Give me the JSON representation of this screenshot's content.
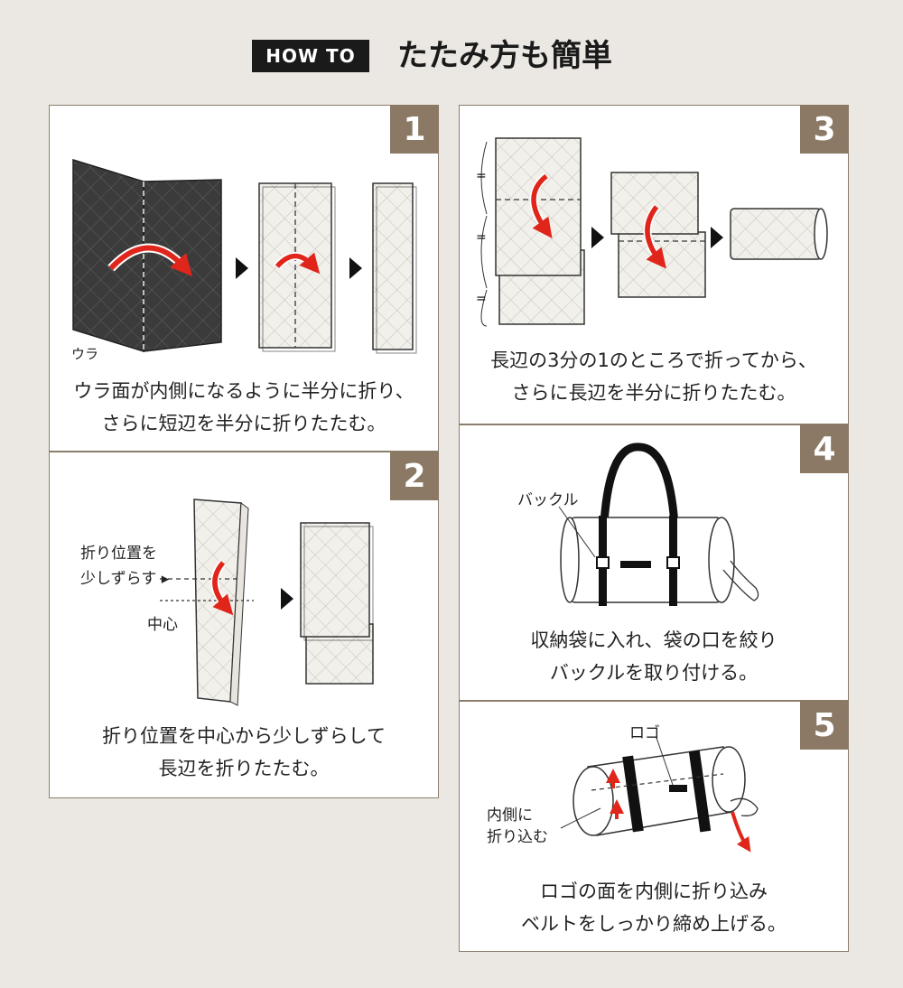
{
  "header": {
    "badge": "HOW TO",
    "title": "たたみ方も簡単"
  },
  "steps": [
    {
      "num": "1",
      "label_ura": "ウラ",
      "caption": [
        "ウラ面が内側になるように半分に折り、",
        "さらに短辺を半分に折りたたむ。"
      ]
    },
    {
      "num": "2",
      "label_shift": [
        "折り位置を",
        "少しずらす ▸"
      ],
      "label_center": "中心",
      "caption": [
        "折り位置を中心から少しずらして",
        "長辺を折りたたむ。"
      ]
    },
    {
      "num": "3",
      "caption": [
        "長辺の3分の1のところで折ってから、",
        "さらに長辺を半分に折りたたむ。"
      ]
    },
    {
      "num": "4",
      "label_buckle": "バックル",
      "caption": [
        "収納袋に入れ、袋の口を絞り",
        "バックルを取り付ける。"
      ]
    },
    {
      "num": "5",
      "label_logo": "ロゴ",
      "label_inside": [
        "内側に",
        "折り込む"
      ],
      "caption": [
        "ロゴの面を内側に折り込み",
        "ベルトをしっかり締め上げる。"
      ]
    }
  ],
  "colors": {
    "card_border": "#8a7d6c",
    "badge": "#8b7965",
    "arrow": "#e0261b",
    "mat_dark": "#3a3a3a",
    "mat_light": "#f1efea"
  }
}
